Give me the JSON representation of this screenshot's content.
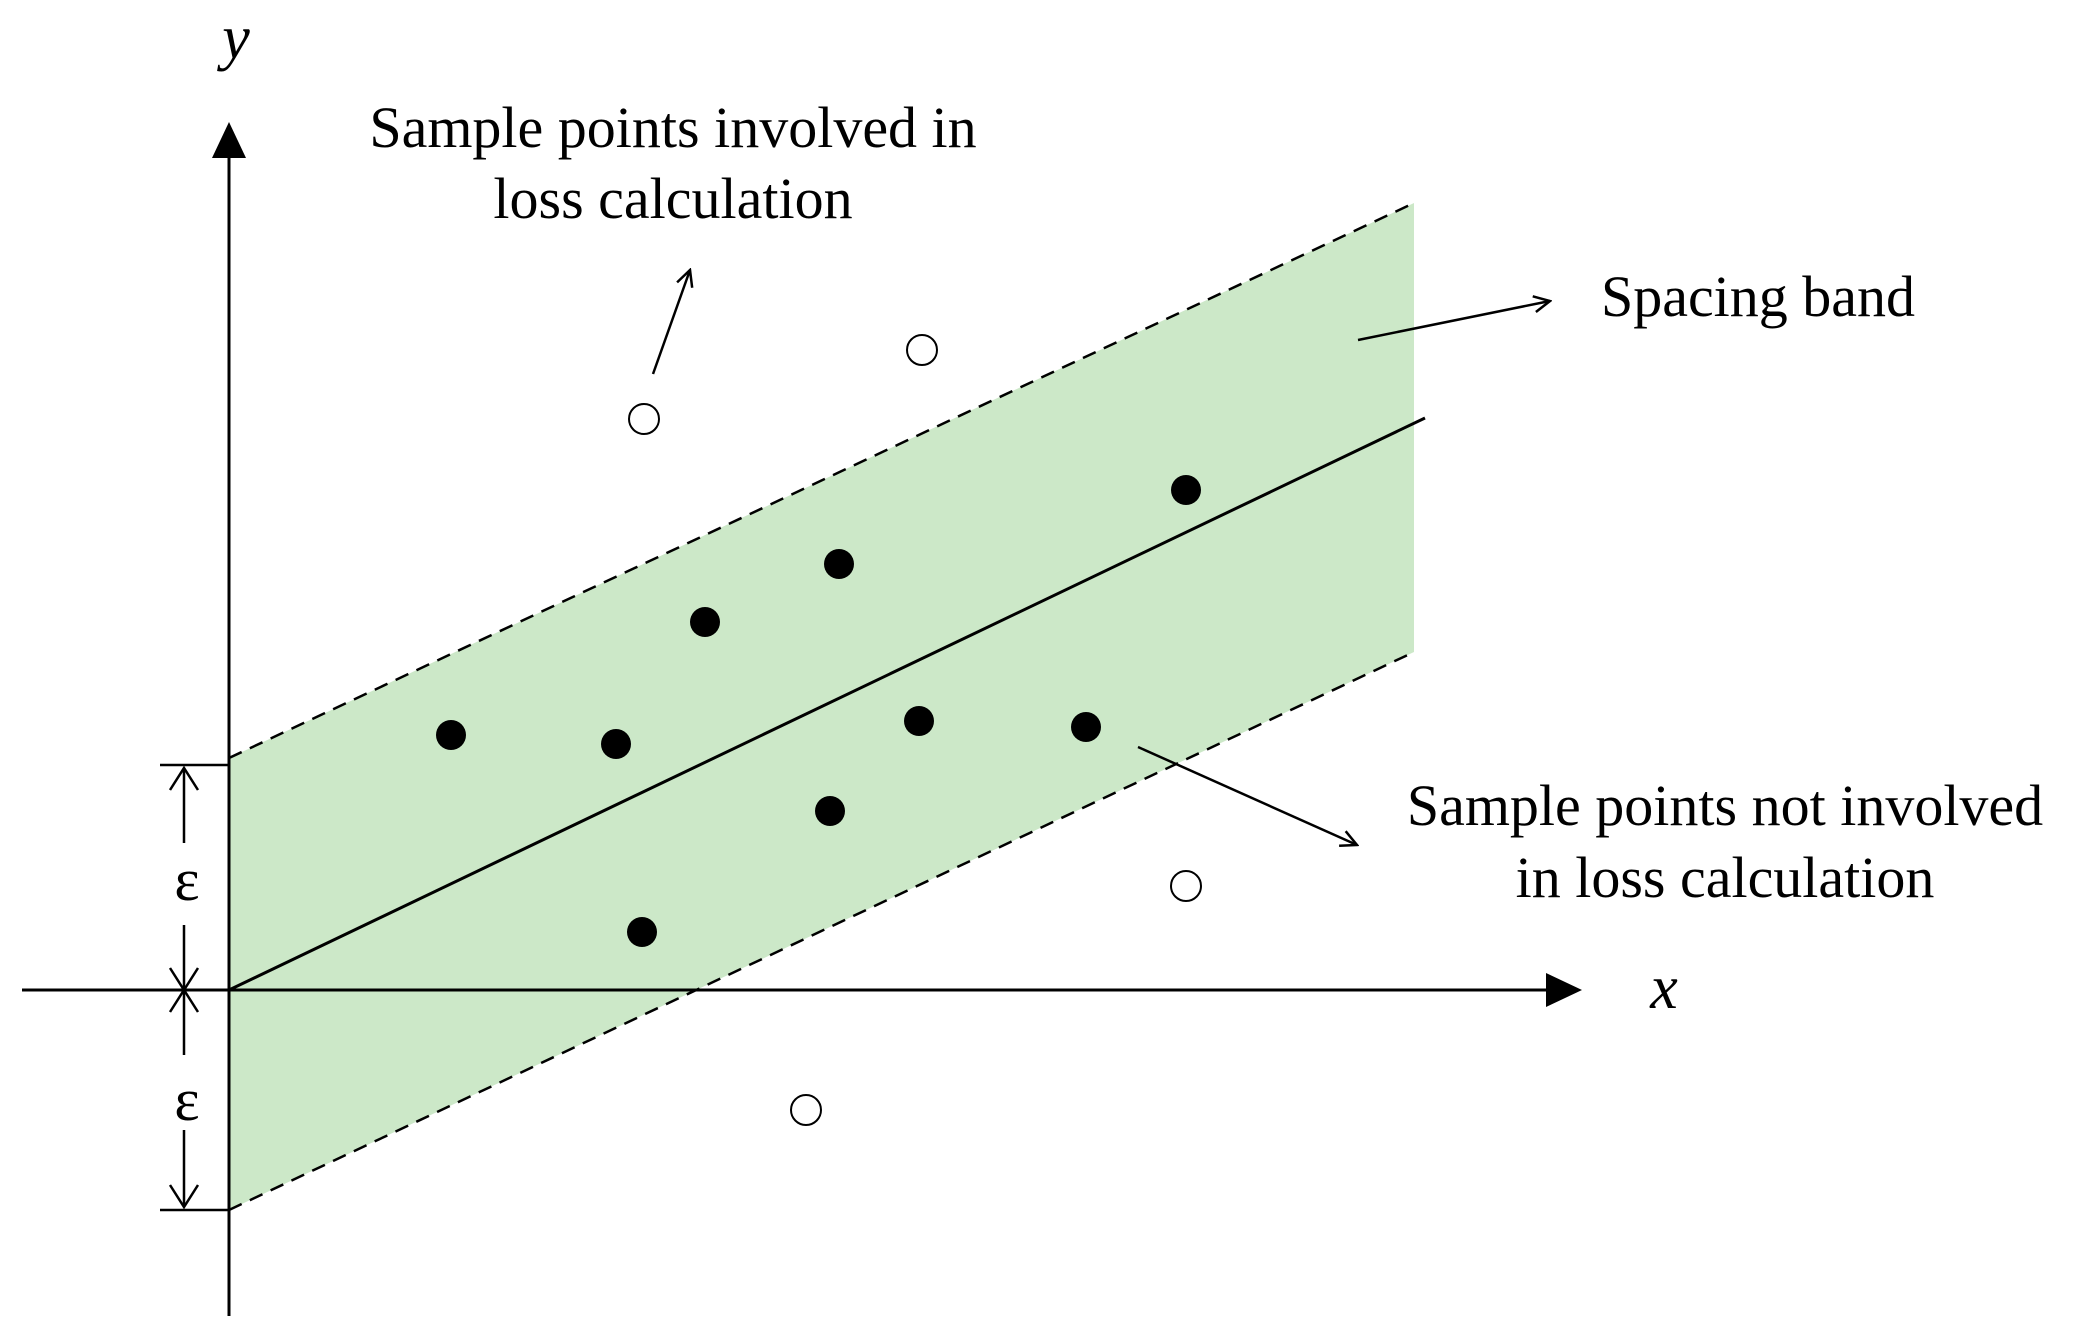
{
  "axes": {
    "x_label": "x",
    "y_label": "y"
  },
  "annotations": {
    "involved_line1": "Sample points involved in",
    "involved_line2": "loss calculation",
    "band": "Spacing band",
    "not_involved_line1": "Sample points not involved",
    "not_involved_line2": "in loss calculation"
  },
  "epsilon": {
    "upper": "ε",
    "lower": "ε"
  },
  "colors": {
    "band_fill": "#cce8c8",
    "ink": "#000000",
    "open_point_fill": "#ffffff"
  }
}
